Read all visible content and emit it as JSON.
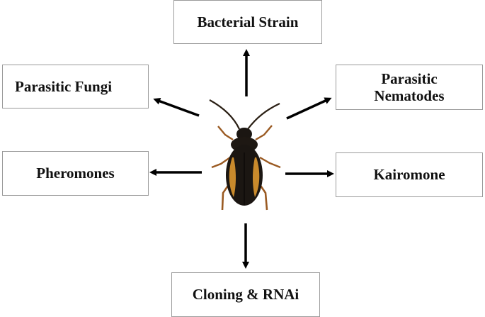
{
  "diagram": {
    "center_image": "flea-beetle",
    "nodes": [
      {
        "id": "top",
        "label": "Bacterial Strain"
      },
      {
        "id": "left1",
        "label": "Parasitic Fungi"
      },
      {
        "id": "right1",
        "label": "Parasitic\nNematodes"
      },
      {
        "id": "left2",
        "label": "Pheromones"
      },
      {
        "id": "right2",
        "label": "Kairomone"
      },
      {
        "id": "bottom",
        "label": "Cloning & RNAi"
      }
    ],
    "colors": {
      "arrow": "#000000",
      "box_border": "#9a9a9a",
      "beetle_body": "#1b1612",
      "beetle_stripe": "#c98a2c"
    }
  }
}
